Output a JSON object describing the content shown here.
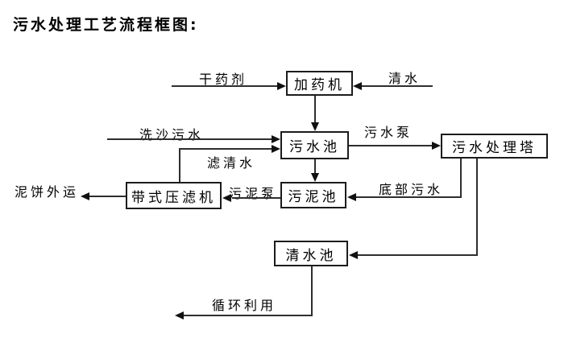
{
  "page": {
    "title": "污水处理工艺流程框图:"
  },
  "diagram": {
    "nodes": {
      "dosing_machine": "加药机",
      "sewage_pool": "污水池",
      "treatment_tower": "污水处理塔",
      "sludge_pool": "污泥池",
      "belt_filter_press": "带式压滤机",
      "clean_water_pool": "清水池"
    },
    "labels": {
      "dry_agent": "干药剂",
      "clean_water": "清水",
      "sand_washing_sewage": "洗沙污水",
      "sewage_pump": "污水泵",
      "filtered_clean_water": "滤清水",
      "sludge_pump": "污泥泵",
      "bottom_sewage": "底部污水",
      "mud_cake_shipped_out": "泥饼外运",
      "recycled_use": "循环利用"
    },
    "edges": [
      {
        "from": "干药剂",
        "to": "加药机"
      },
      {
        "from": "清水",
        "to": "加药机"
      },
      {
        "from": "加药机",
        "to": "污水池"
      },
      {
        "from": "洗沙污水",
        "to": "污水池"
      },
      {
        "from": "带式压滤机",
        "to": "污水池",
        "label": "滤清水"
      },
      {
        "from": "污水池",
        "to": "污水处理塔",
        "label": "污水泵"
      },
      {
        "from": "污水池",
        "to": "污泥池"
      },
      {
        "from": "污水处理塔",
        "to": "污泥池",
        "label": "底部污水"
      },
      {
        "from": "污泥池",
        "to": "带式压滤机",
        "label": "污泥泵"
      },
      {
        "from": "带式压滤机",
        "to": "泥饼外运"
      },
      {
        "from": "污水处理塔",
        "to": "清水池"
      },
      {
        "from": "清水池",
        "to": "循环利用"
      }
    ],
    "colors": {
      "line": "#2e2e2e",
      "arrow": "#111111",
      "box_border": "#1c1c1c",
      "background": "#ffffff",
      "text": "#000000"
    }
  }
}
